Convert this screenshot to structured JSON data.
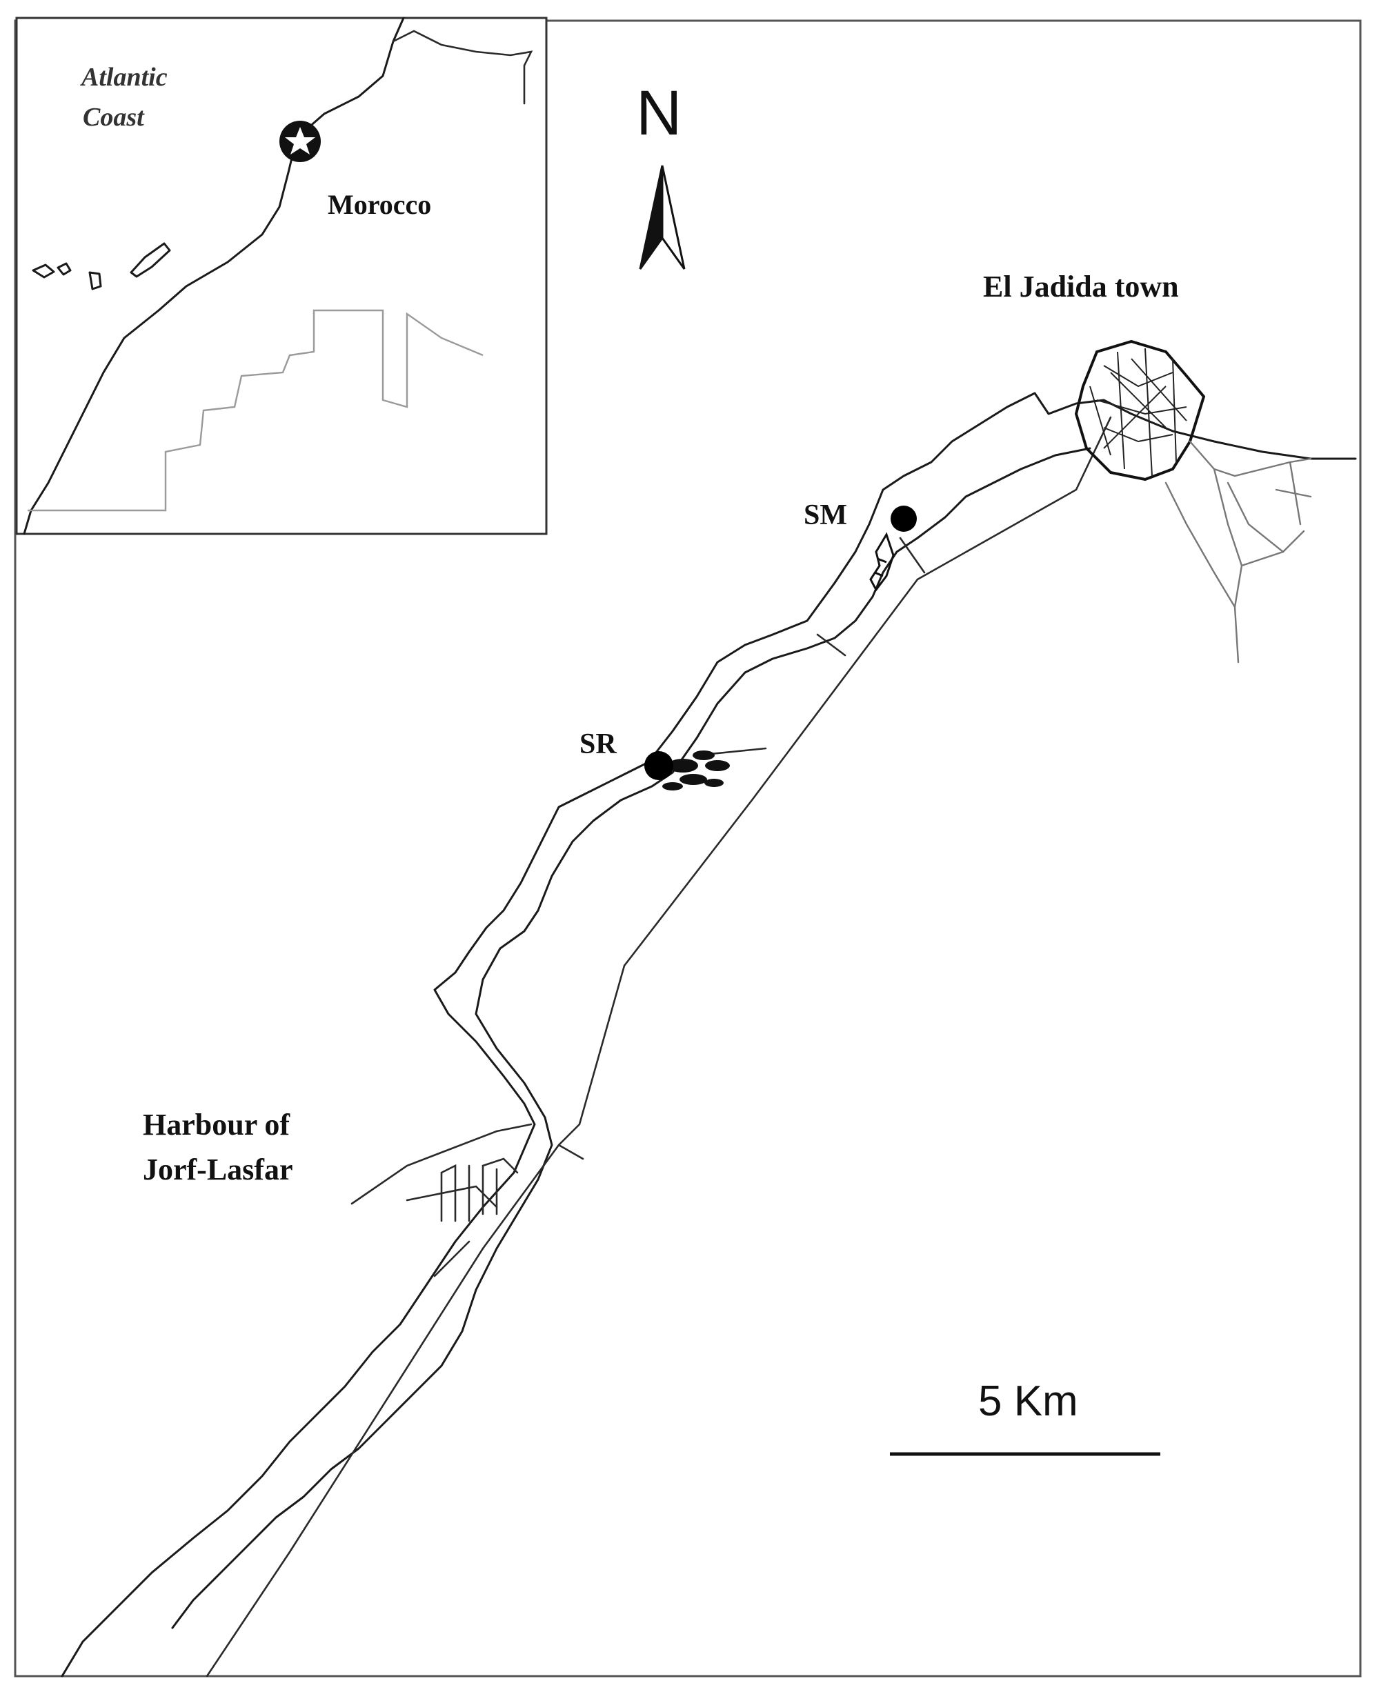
{
  "inset": {
    "sea_label_line1": "Atlantic",
    "sea_label_line2": "Coast",
    "country_label": "Morocco"
  },
  "north_arrow": {
    "letter": "N"
  },
  "places": {
    "town": "El Jadida town",
    "harbour_line1": "Harbour of",
    "harbour_line2": "Jorf-Lasfar"
  },
  "sites": [
    {
      "id": "SM",
      "label": "SM"
    },
    {
      "id": "SR",
      "label": "SR"
    }
  ],
  "scale_bar": {
    "label": "5 Km"
  },
  "colors": {
    "ink": "#111111",
    "frame": "#555555",
    "grey_lines": "#8a8a8a"
  }
}
